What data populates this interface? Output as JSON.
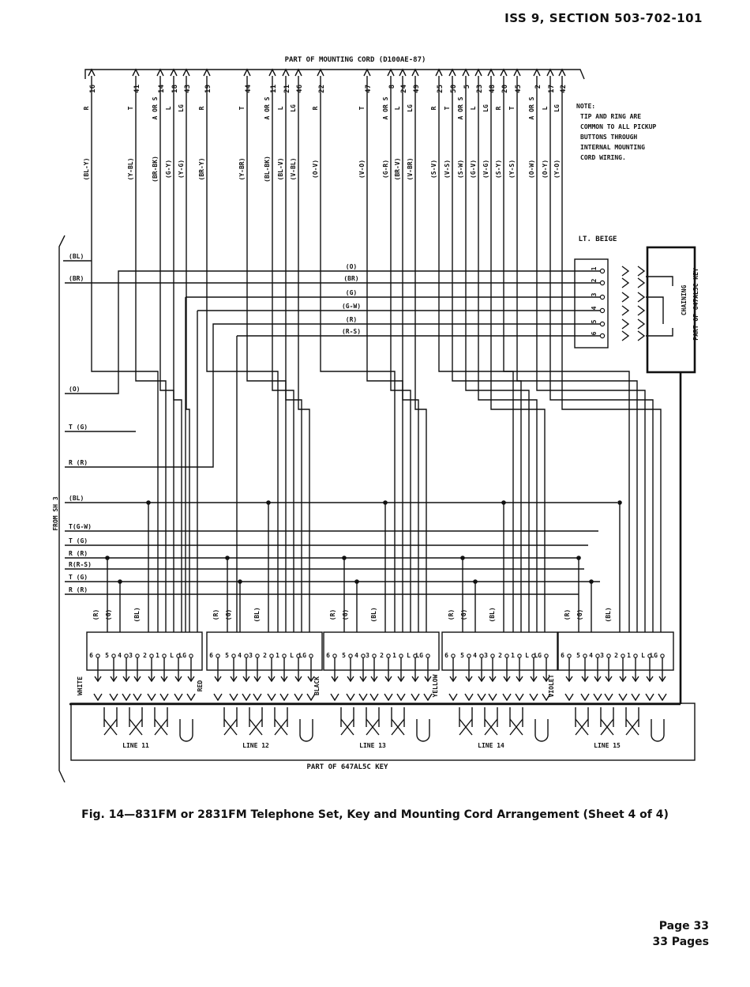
{
  "header": {
    "section": "ISS 9, SECTION 503-702-101"
  },
  "diagram": {
    "cord_label": "PART OF MOUNTING CORD (D100AE-87)",
    "key_label_bottom": "PART OF 647AL5C KEY",
    "key_label_right": "PART OF 647AL5C KEY",
    "chaining": "CHAINING",
    "from_label": "FROM SH 3",
    "lt_beige": "LT. BEIGE",
    "note": [
      "NOTE:",
      "TIP AND RING ARE",
      "COMMON TO ALL PICKUP",
      "BUTTONS THROUGH",
      "INTERNAL MOUNTING",
      "CORD WIRING."
    ],
    "cord_columns": [
      {
        "n": "16",
        "d": "R",
        "c": "(BL-Y)"
      },
      {
        "n": "41",
        "d": "T",
        "c": "(Y-BL)"
      },
      {
        "n": "14",
        "d": "A OR S",
        "c": "(BR-BK)"
      },
      {
        "n": "18",
        "d": "L",
        "c": "(G-Y)"
      },
      {
        "n": "43",
        "d": "LG",
        "c": "(Y-G)"
      },
      {
        "n": "19",
        "d": "R",
        "c": "(BR-Y)"
      },
      {
        "n": "44",
        "d": "T",
        "c": "(Y-BR)"
      },
      {
        "n": "11",
        "d": "A OR S",
        "c": "(BL-BK)"
      },
      {
        "n": "21",
        "d": "L",
        "c": "(BL-V)"
      },
      {
        "n": "46",
        "d": "LG",
        "c": "(V-BL)"
      },
      {
        "n": "22",
        "d": "R",
        "c": "(O-V)"
      },
      {
        "n": "47",
        "d": "T",
        "c": "(V-O)"
      },
      {
        "n": "8",
        "d": "A OR S",
        "c": "(G-R)"
      },
      {
        "n": "24",
        "d": "L",
        "c": "(BR-V)"
      },
      {
        "n": "49",
        "d": "LG",
        "c": "(V-BR)"
      },
      {
        "n": "25",
        "d": "R",
        "c": "(S-V)"
      },
      {
        "n": "50",
        "d": "T",
        "c": "(V-S)"
      },
      {
        "n": "5",
        "d": "A OR S",
        "c": "(S-W)"
      },
      {
        "n": "23",
        "d": "L",
        "c": "(G-V)"
      },
      {
        "n": "48",
        "d": "LG",
        "c": "(V-G)"
      },
      {
        "n": "20",
        "d": "R",
        "c": "(S-Y)"
      },
      {
        "n": "45",
        "d": "T",
        "c": "(Y-S)"
      },
      {
        "n": "2",
        "d": "A OR S",
        "c": "(O-W)"
      },
      {
        "n": "17",
        "d": "L",
        "c": "(O-Y)"
      },
      {
        "n": "42",
        "d": "LG",
        "c": "(Y-O)"
      }
    ],
    "left_labels": [
      "(BL)",
      "(BR)",
      "(O)",
      "T (G)",
      "R (R)",
      "(BL)",
      "T(G-W)",
      "T (G)",
      "R (R)",
      "R(R-S)",
      "T (G)",
      "R (R)"
    ],
    "horizontal_labels": [
      "(O)",
      "(BR)",
      "(G)",
      "(G-W)",
      "(R)",
      "(R-S)"
    ],
    "beige_terminals": [
      "1",
      "2",
      "3",
      "4",
      "5",
      "6"
    ],
    "block_wire_labels": [
      "(R)",
      "(G)",
      "(BL)"
    ],
    "terminals": [
      "6",
      "5",
      "4",
      "3",
      "2",
      "1",
      "L",
      "LG"
    ],
    "lines": [
      {
        "name": "LINE 11",
        "color": "WHITE"
      },
      {
        "name": "LINE 12",
        "color": "RED"
      },
      {
        "name": "LINE 13",
        "color": "BLACK"
      },
      {
        "name": "LINE 14",
        "color": "YELLOW"
      },
      {
        "name": "LINE 15",
        "color": "VIOLET"
      }
    ]
  },
  "caption": "Fig. 14—831FM or 2831FM Telephone Set, Key and Mounting Cord Arrangement (Sheet 4 of 4)",
  "footer": {
    "page": "Page 33",
    "pages": "33 Pages"
  }
}
